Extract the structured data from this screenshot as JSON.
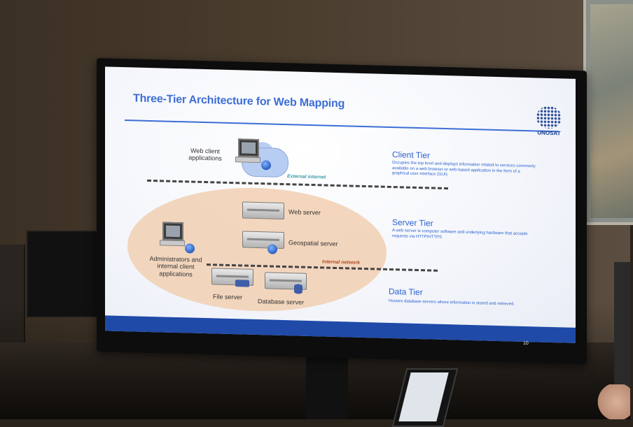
{
  "slide": {
    "title": "Three-Tier Architecture for Web Mapping",
    "logo_text": "UNOSAT",
    "page_number": "10"
  },
  "diagram": {
    "web_client_label": "Web client applications",
    "external_internet_label": "External internet",
    "web_server_label": "Web server",
    "geospatial_server_label": "Geospatial server",
    "internal_network_label": "Internal network",
    "admin_clients_label": "Administrators and internal client applications",
    "file_server_label": "File server",
    "database_server_label": "Database server"
  },
  "tiers": [
    {
      "name": "Client Tier",
      "description": "Occupies the top level and displays information related to services commonly available on a web browser or web-based application in the form of a graphical user interface (GUI)."
    },
    {
      "name": "Server Tier",
      "description": "A web server is computer software and underlying hardware that accepts requests via HTTP/HTTPS"
    },
    {
      "name": "Data Tier",
      "description": "Houses database servers where information is stored and retrieved."
    }
  ],
  "colors": {
    "slide_accent": "#3c6ed6",
    "network_ellipse": "#f1cfb1",
    "bottom_bar": "#1f4aa8"
  }
}
